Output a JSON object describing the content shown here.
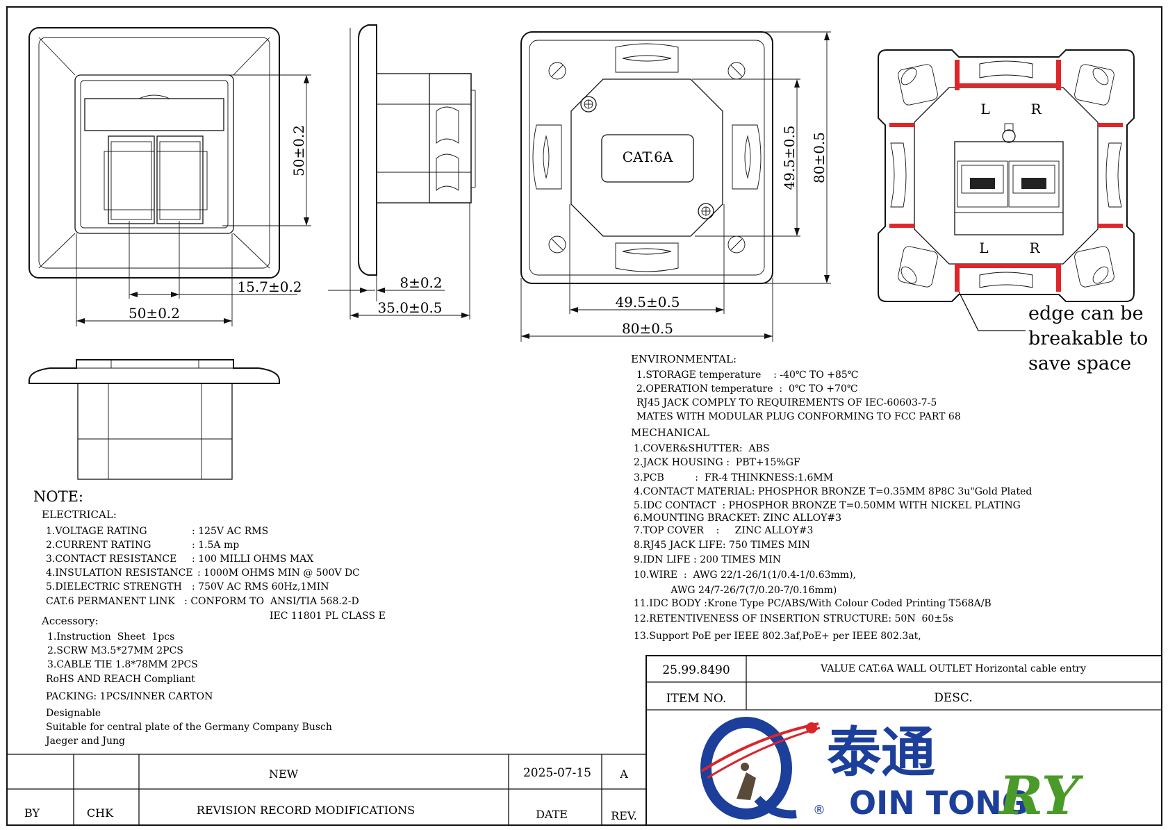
{
  "drawing": {
    "dimensions": {
      "front_height": "50±0.2",
      "front_width": "50±0.2",
      "jack_pitch": "15.7±0.2",
      "side_flange": "8±0.2",
      "side_depth": "35.0±0.5",
      "plate_inner_height": "49.5±0.5",
      "plate_outer_height": "80±0.5",
      "plate_inner_width": "49.5±0.5",
      "plate_outer_width": "80±0.5"
    },
    "labels": {
      "cat_label": "CAT.6A",
      "left": "L",
      "right": "R",
      "edge_note": [
        "edge can be",
        "breakable to",
        "save space"
      ]
    }
  },
  "notes": {
    "heading": "NOTE:",
    "electrical_heading": "ELECTRICAL:",
    "electrical": [
      {
        "label": "1.VOLTAGE RATING",
        "value": ": 125V AC RMS"
      },
      {
        "label": "2.CURRENT RATING",
        "value": ": 1.5A mp"
      },
      {
        "label": "3.CONTACT RESISTANCE",
        "value": ": 100 MILLI OHMS MAX"
      },
      {
        "label": "4.INSULATION RESISTANCE",
        "value": ": 1000M OHMS MIN @ 500V DC"
      },
      {
        "label": "5.DIELECTRIC STRENGTH",
        "value": ": 750V AC RMS 60Hz,1MIN"
      }
    ],
    "cat6_line": "CAT.6 PERMANENT LINK   : CONFORM TO  ANSI/TIA 568.2-D",
    "cat6_line2": "IEC 11801 PL CLASS E",
    "accessory_heading": "Accessory:",
    "accessory": [
      "1.Instruction  Sheet  1pcs",
      "2.SCRW M3.5*27MM 2PCS",
      "3.CABLE TIE 1.8*78MM 2PCS"
    ],
    "rohs": "RoHS AND REACH Compliant",
    "packing": "PACKING: 1PCS/INNER CARTON",
    "designable": "Designable",
    "suitable1": "Suitable for central plate of the Germany Company Busch",
    "suitable2": "Jaeger and Jung"
  },
  "specs": {
    "environmental_heading": "ENVIRONMENTAL:",
    "environmental": [
      "1.STORAGE temperature    : -40℃ TO +85℃",
      "2.OPERATION temperature  :  0℃ TO +70℃",
      "RJ45 JACK COMPLY TO REQUIREMENTS OF IEC-60603-7-5",
      "MATES WITH MODULAR PLUG CONFORMING TO FCC PART 68"
    ],
    "mechanical_heading": "MECHANICAL",
    "mechanical": [
      "1.COVER&SHUTTER:  ABS",
      "2.JACK HOUSING :  PBT+15%GF",
      "3.PCB          :  FR-4 THINKNESS:1.6MM",
      "4.CONTACT MATERIAL: PHOSPHOR BRONZE T=0.35MM 8P8C 3u\"Gold Plated",
      "5.IDC CONTACT  : PHOSPHOR BRONZE T=0.50MM WITH NICKEL PLATING",
      "6.MOUNTING BRACKET: ZINC ALLOY#3",
      "7.TOP COVER    :     ZINC ALLOY#3",
      "8.RJ45 JACK LIFE: 750 TIMES MIN",
      "9.IDN LIFE : 200 TIMES MIN",
      "10.WIRE  :  AWG 22/1-26/1(1/0.4-1/0.63mm),",
      "            AWG 24/7-26/7(7/0.20-7/0.16mm)",
      "11.IDC BODY :Krone Type PC/ABS/With Colour Coded Printing T568A/B",
      "12.RETENTIVENESS OF INSERTION STRUCTURE: 50N  60±5s",
      "13.Support PoE per IEEE 802.3af,PoE+ per IEEE 802.3at,"
    ]
  },
  "title_block": {
    "item_no": "25.99.8490",
    "desc": "VALUE CAT.6A WALL OUTLET Horizontal cable entry",
    "item_no_label": "ITEM NO.",
    "desc_label": "DESC.",
    "logo_chinese": "泰通",
    "logo_text": "OIN TONG",
    "logo_mark": "®",
    "logo_script": "RY"
  },
  "revision": {
    "by": "BY",
    "chk": "CHK",
    "mod_header": "REVISION RECORD MODIFICATIONS",
    "date_header": "DATE",
    "rev_header": "REV.",
    "entry_desc": "NEW",
    "entry_date": "2025-07-15",
    "entry_rev": "A"
  },
  "colors": {
    "line": "#111111",
    "breakable_edge": "#e0262a",
    "logo_blue": "#1b3f9a",
    "logo_red": "#d8262c",
    "logo_green": "#4a9a2a"
  }
}
